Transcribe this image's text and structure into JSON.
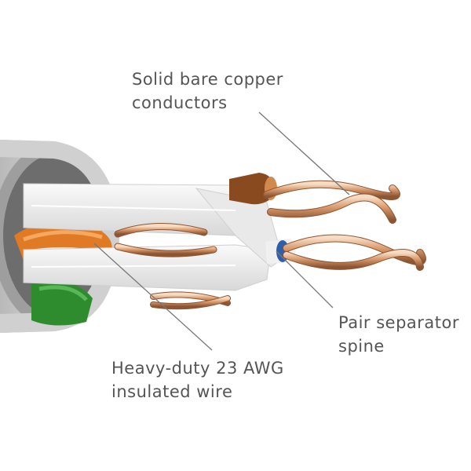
{
  "callouts": {
    "copper": {
      "line1": "Solid bare copper",
      "line2": "conductors"
    },
    "spine": {
      "line1": "Pair separator",
      "line2": "spine"
    },
    "wire": {
      "line1": "Heavy-duty 23 AWG",
      "line2": "insulated wire"
    }
  },
  "colors": {
    "jacket": "#c9c9c9",
    "jacket_shadow": "#a8a8a8",
    "spine": "#f2f2f2",
    "copper": "#c98a5e",
    "copper_light": "#f1c9a8",
    "orange_pair": "#e07a25",
    "green_pair": "#2e8b2e",
    "brown_pair": "#8a4a20",
    "blue_pair": "#2f5fa8",
    "leader_line": "#777777",
    "text": "#555555"
  }
}
